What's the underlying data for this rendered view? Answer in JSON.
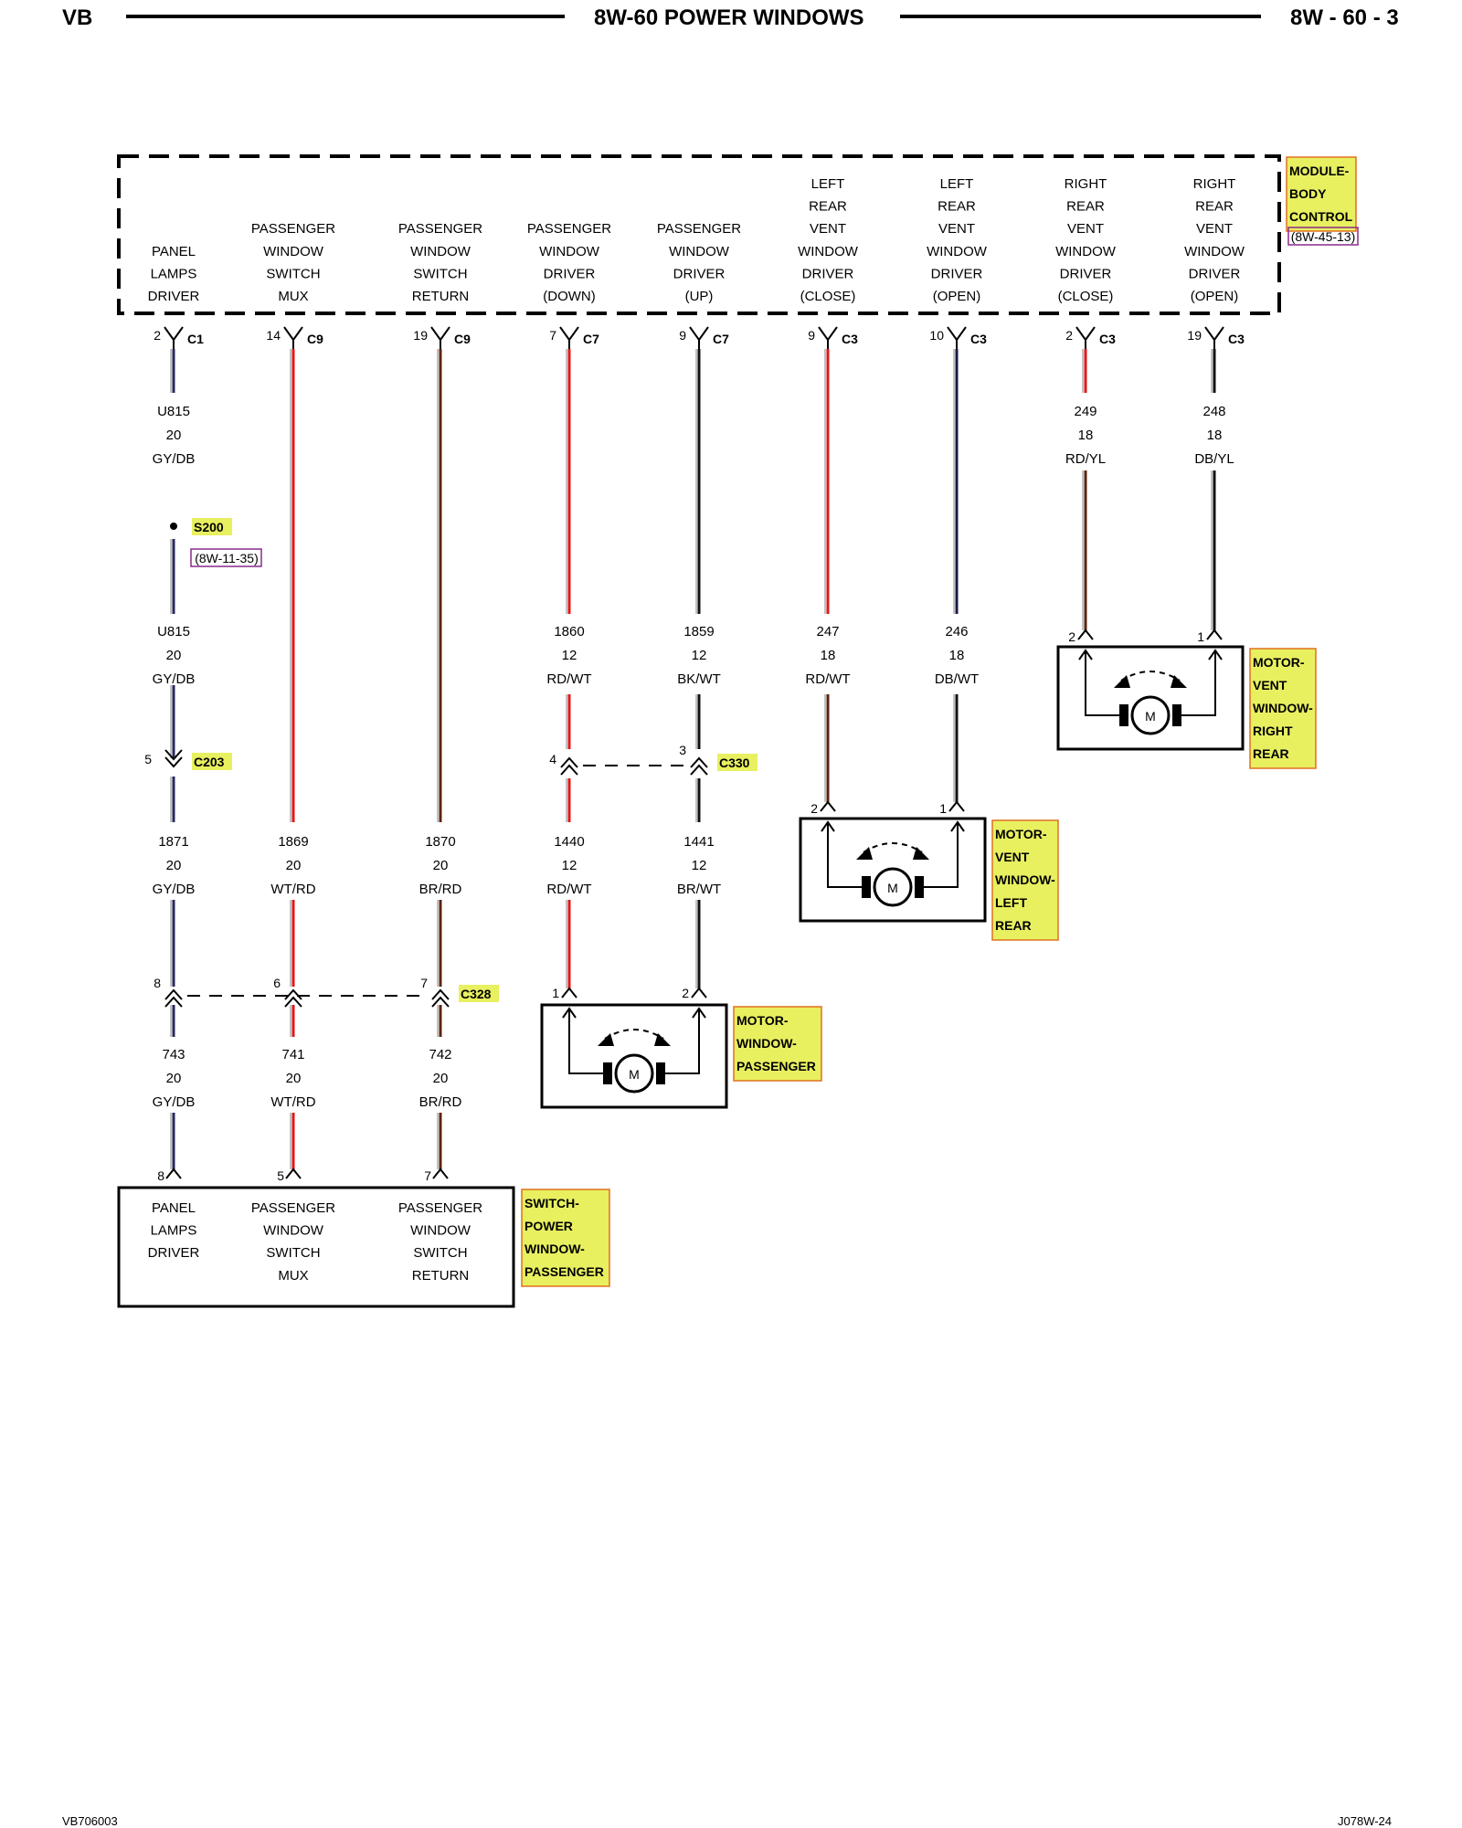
{
  "header": {
    "left": "VB",
    "title": "8W-60 POWER WINDOWS",
    "page": "8W - 60 - 3"
  },
  "footer": {
    "left": "VB706003",
    "right": "J078W-24"
  },
  "bcm": {
    "lines": [
      "MODULE-",
      "BODY",
      "CONTROL"
    ],
    "ref": "(8W-45-13)",
    "pins": [
      [
        "PANEL",
        "LAMPS",
        "DRIVER"
      ],
      [
        "PASSENGER",
        "WINDOW",
        "SWITCH",
        "MUX"
      ],
      [
        "PASSENGER",
        "WINDOW",
        "SWITCH",
        "RETURN"
      ],
      [
        "PASSENGER",
        "WINDOW",
        "DRIVER",
        "(DOWN)"
      ],
      [
        "PASSENGER",
        "WINDOW",
        "DRIVER",
        "(UP)"
      ],
      [
        "LEFT",
        "REAR",
        "VENT",
        "WINDOW",
        "DRIVER",
        "(CLOSE)"
      ],
      [
        "LEFT",
        "REAR",
        "VENT",
        "WINDOW",
        "DRIVER",
        "(OPEN)"
      ],
      [
        "RIGHT",
        "REAR",
        "VENT",
        "WINDOW",
        "DRIVER",
        "(CLOSE)"
      ],
      [
        "RIGHT",
        "REAR",
        "VENT",
        "WINDOW",
        "DRIVER",
        "(OPEN)"
      ]
    ],
    "connectors": [
      {
        "pin": "2",
        "name": "C1"
      },
      {
        "pin": "14",
        "name": "C9"
      },
      {
        "pin": "19",
        "name": "C9"
      },
      {
        "pin": "7",
        "name": "C7"
      },
      {
        "pin": "9",
        "name": "C7"
      },
      {
        "pin": "9",
        "name": "C3"
      },
      {
        "pin": "10",
        "name": "C3"
      },
      {
        "pin": "2",
        "name": "C3"
      },
      {
        "pin": "19",
        "name": "C3"
      }
    ]
  },
  "wires": {
    "u815_top": [
      "U815",
      "20",
      "GY/DB"
    ],
    "u815_bot": [
      "U815",
      "20",
      "GY/DB"
    ],
    "w249": [
      "249",
      "18",
      "RD/YL"
    ],
    "w248": [
      "248",
      "18",
      "DB/YL"
    ],
    "w1860": [
      "1860",
      "12",
      "RD/WT"
    ],
    "w1859": [
      "1859",
      "12",
      "BK/WT"
    ],
    "w247": [
      "247",
      "18",
      "RD/WT"
    ],
    "w246": [
      "246",
      "18",
      "DB/WT"
    ],
    "w1871": [
      "1871",
      "20",
      "GY/DB"
    ],
    "w1869": [
      "1869",
      "20",
      "WT/RD"
    ],
    "w1870": [
      "1870",
      "20",
      "BR/RD"
    ],
    "w1440": [
      "1440",
      "12",
      "RD/WT"
    ],
    "w1441": [
      "1441",
      "12",
      "BR/WT"
    ],
    "w743": [
      "743",
      "20",
      "GY/DB"
    ],
    "w741": [
      "741",
      "20",
      "WT/RD"
    ],
    "w742": [
      "742",
      "20",
      "BR/RD"
    ]
  },
  "splice": {
    "name": "S200",
    "ref": "(8W-11-35)"
  },
  "c203": {
    "name": "C203",
    "pin": "5"
  },
  "c330": {
    "name": "C330",
    "pins": [
      "4",
      "3"
    ]
  },
  "c328": {
    "name": "C328",
    "pins": [
      "8",
      "6",
      "7"
    ]
  },
  "motor_rr": {
    "lines": [
      "MOTOR-",
      "VENT",
      "WINDOW-",
      "RIGHT",
      "REAR"
    ],
    "pins": [
      "2",
      "1"
    ]
  },
  "motor_lr": {
    "lines": [
      "MOTOR-",
      "VENT",
      "WINDOW-",
      "LEFT",
      "REAR"
    ],
    "pins": [
      "2",
      "1"
    ]
  },
  "motor_pass": {
    "lines": [
      "MOTOR-",
      "WINDOW-",
      "PASSENGER"
    ],
    "pins": [
      "1",
      "2"
    ]
  },
  "motor_symbol": "M",
  "switch": {
    "lines": [
      "SWITCH-",
      "POWER",
      "WINDOW-",
      "PASSENGER"
    ],
    "pins": [
      "8",
      "5",
      "7"
    ],
    "labels": [
      [
        "PANEL",
        "LAMPS",
        "DRIVER"
      ],
      [
        "PASSENGER",
        "WINDOW",
        "SWITCH",
        "MUX"
      ],
      [
        "PASSENGER",
        "WINDOW",
        "SWITCH",
        "RETURN"
      ]
    ]
  },
  "colors": {
    "gy_db": "#2a2a5a",
    "red": "#e01818",
    "brown": "#5a2410",
    "black": "#111111",
    "navy": "#1a1a44",
    "tag_fill": "#e8f060",
    "tag_border": "#e07020"
  }
}
